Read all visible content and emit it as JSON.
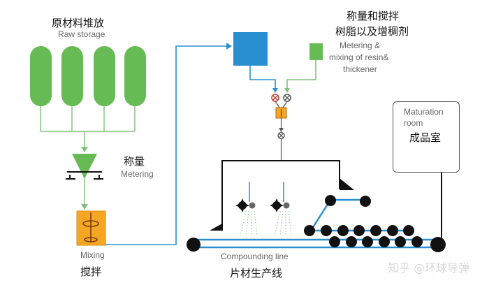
{
  "raw_storage": {
    "cn": "原材料堆放",
    "en": "Raw storage"
  },
  "metering": {
    "cn": "称量",
    "en": "Metering"
  },
  "mixing": {
    "cn": "搅拌",
    "en": "Mixing"
  },
  "resin_metering": {
    "cn_line1": "称量和搅拌",
    "cn_line2": "树脂以及增稠剂",
    "en_line1": "Metering &",
    "en_line2": "mixing of resin&",
    "en_line3": "thickener"
  },
  "maturation": {
    "en_line1": "Maturation",
    "en_line2": "room",
    "cn": "成品室"
  },
  "compounding": {
    "en": "Compounding line",
    "cn": "片材生产线"
  },
  "watermark": "知乎 @环球导弹",
  "colors": {
    "green": "#66bb55",
    "blue": "#2a8fd0",
    "orange": "#f5a623",
    "black": "#111111",
    "line_green": "#7ec27a"
  }
}
